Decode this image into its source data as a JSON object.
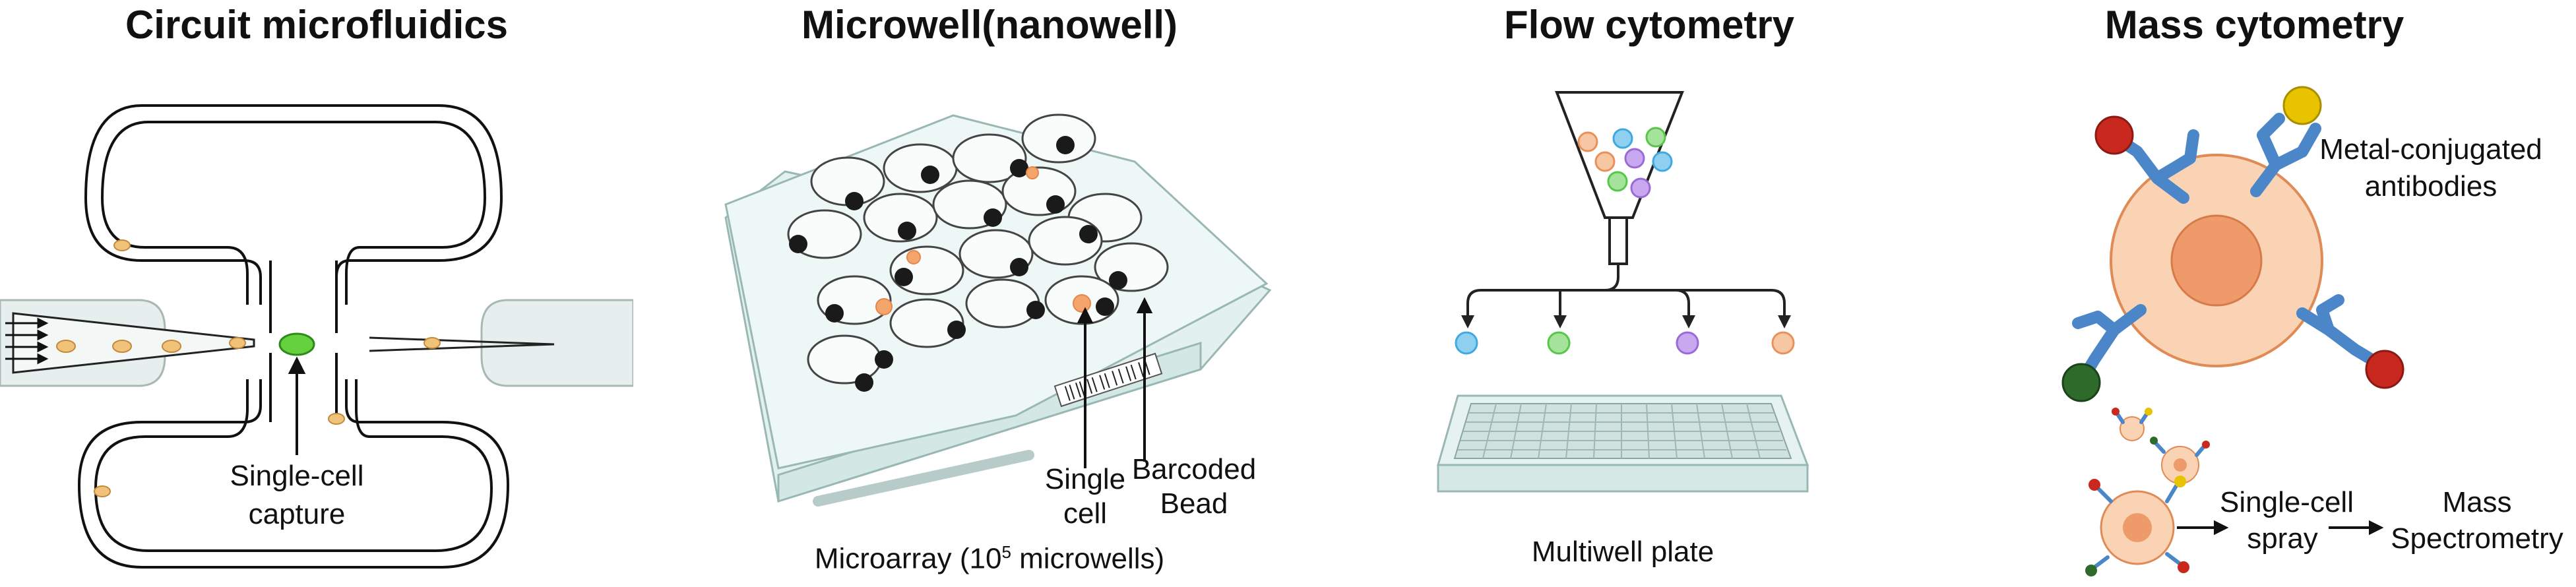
{
  "panels": {
    "circuit": {
      "title": "Circuit microfluidics",
      "label_line1": "Single-cell",
      "label_line2": "capture"
    },
    "microwell": {
      "title": "Microwell(nanowell)",
      "label_single_line1": "Single",
      "label_single_line2": "cell",
      "label_bead_line1": "Barcoded",
      "label_bead_line2": "Bead",
      "caption_prefix": "Microarray (10",
      "caption_sup": "5",
      "caption_suffix": " microwells)"
    },
    "flow": {
      "title": "Flow cytometry",
      "caption": "Multiwell plate"
    },
    "mass": {
      "title": "Mass cytometry",
      "label_antibodies_line1": "Metal-conjugated",
      "label_antibodies_line2": "antibodies",
      "label_spray_line1": "Single-cell",
      "label_spray_line2": "spray",
      "label_ms_line1": "Mass",
      "label_ms_line2": "Spectrometry"
    }
  },
  "colors": {
    "cell_orange": "#f4b183",
    "cell_nucleus": "#ef9a6b",
    "chip_fill": "#e2f1ee",
    "chip_stroke": "#9ab8b3",
    "bead_black": "#1a1a1a",
    "capture_green": "#55cc33",
    "antibody_blue": "#4a86c8",
    "metal_red": "#c8281e",
    "metal_yellow": "#e8c400",
    "metal_green": "#2e6b2a",
    "flow_blue": "#3fa9e0",
    "flow_green": "#57c64a",
    "flow_purple": "#9b6ad6",
    "flow_orange": "#f2a06b"
  }
}
